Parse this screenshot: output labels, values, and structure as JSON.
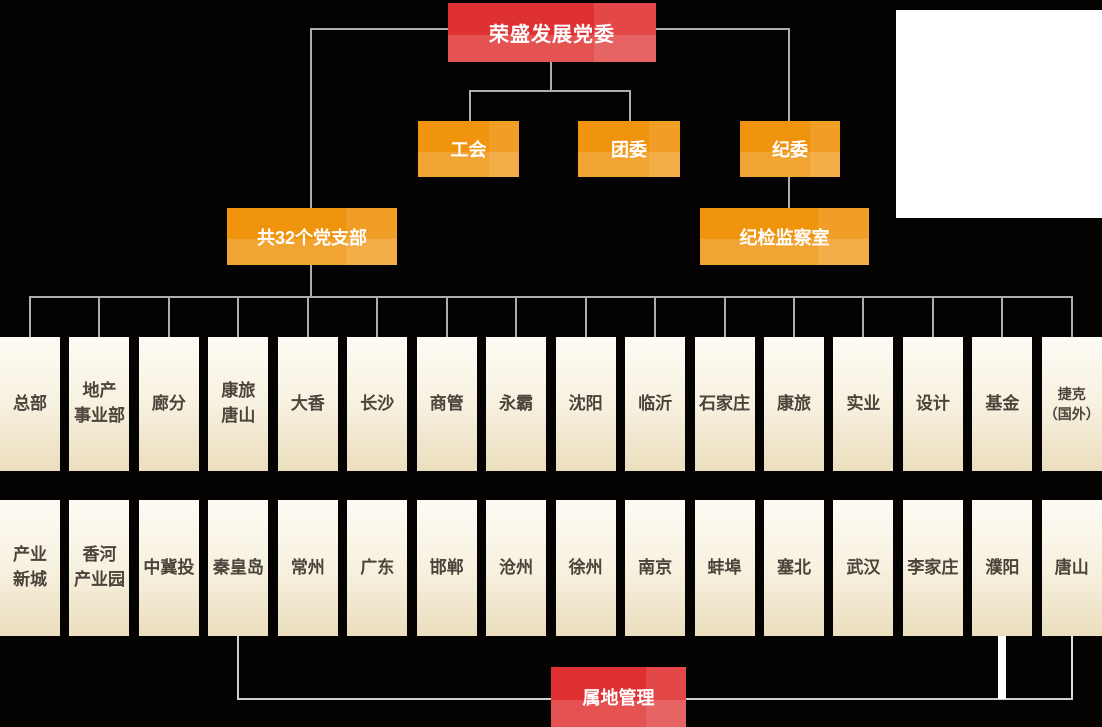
{
  "chart": {
    "root": "荣盛发展党委",
    "committees": [
      "工会",
      "团委",
      "纪委"
    ],
    "branch_group": "共32个党支部",
    "discipline_office": "纪检监察室",
    "row1": [
      "总部",
      "地产\n事业部",
      "廊分",
      "康旅\n唐山",
      "大香",
      "长沙",
      "商管",
      "永霸",
      "沈阳",
      "临沂",
      "石家庄",
      "康旅",
      "实业",
      "设计",
      "基金",
      "捷克\n（国外）"
    ],
    "row2": [
      "产业\n新城",
      "香河\n产业园",
      "中冀投",
      "秦皇岛",
      "常州",
      "广东",
      "邯郸",
      "沧州",
      "徐州",
      "南京",
      "蚌埠",
      "塞北",
      "武汉",
      "李家庄",
      "濮阳",
      "唐山"
    ],
    "footer": "属地管理",
    "colors": {
      "red": "#e03132",
      "orange": "#f0930d",
      "cream_top": "#fdfbf4",
      "cream_bottom": "#ebdebe",
      "background": "#050302",
      "connector": "#adadad",
      "footer_connector": "#cfcfcf"
    }
  }
}
